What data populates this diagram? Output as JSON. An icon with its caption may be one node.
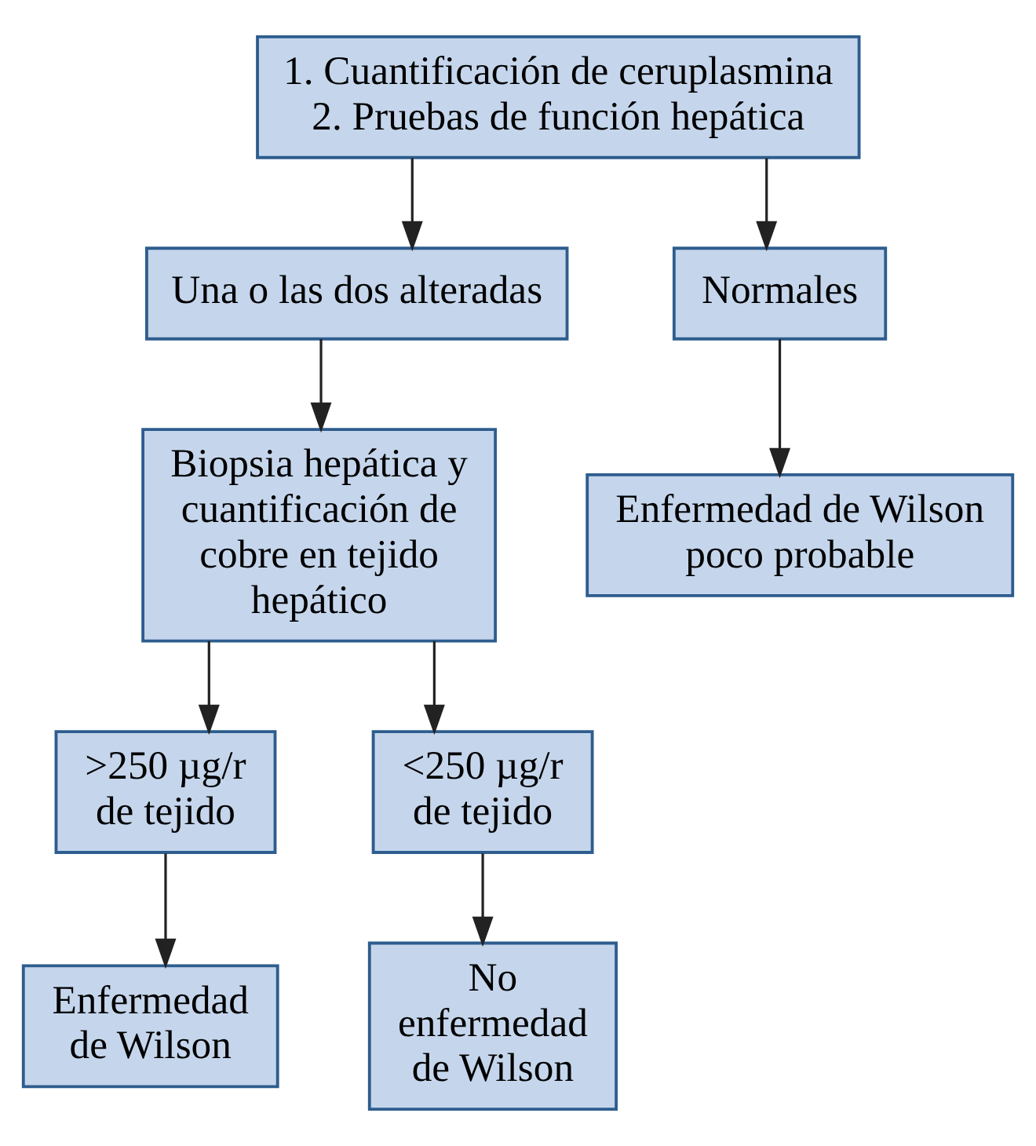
{
  "diagram": {
    "nodes": [
      {
        "text": [
          "1. Cuantificación de ceruplasmina",
          "2. Pruebas de función hepática"
        ]
      },
      {
        "text": [
          "Una o las dos alteradas"
        ]
      },
      {
        "text": [
          "Normales"
        ]
      },
      {
        "text": [
          "Biopsia hepática y cuantificación de cobre en tejido hepático"
        ]
      },
      {
        "text": [
          "Enfermedad de Wilson poco probable"
        ]
      },
      {
        "text": [
          ">250 µg/r de tejido"
        ]
      },
      {
        "text": [
          "<250 µg/r de tejido"
        ]
      },
      {
        "text": [
          "Enfermedad de Wilson"
        ]
      },
      {
        "text": [
          "No enfermedad de Wilson"
        ]
      }
    ],
    "edges": [
      {
        "from": 0,
        "to": 1,
        "arrow": "to"
      },
      {
        "from": 0,
        "to": 2,
        "arrow": "to"
      },
      {
        "from": 1,
        "to": 3,
        "arrow": "to"
      },
      {
        "from": 2,
        "to": 4,
        "arrow": "to"
      },
      {
        "from": 3,
        "to": 5,
        "arrow": "to"
      },
      {
        "from": 3,
        "to": 6,
        "arrow": "to"
      },
      {
        "from": 5,
        "to": 7,
        "arrow": "to"
      },
      {
        "from": 6,
        "to": 8,
        "arrow": "to"
      }
    ]
  }
}
